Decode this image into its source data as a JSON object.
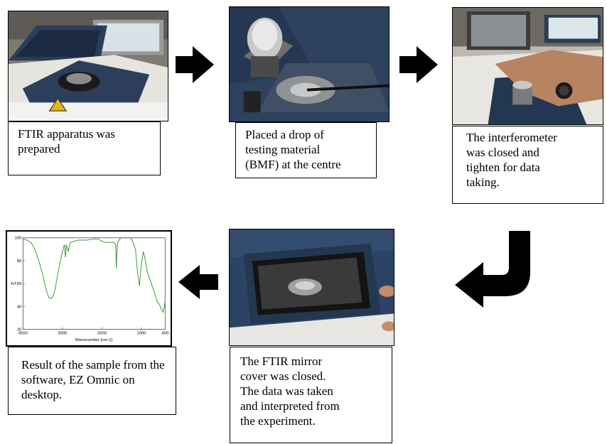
{
  "steps": [
    {
      "caption": "FTIR apparatus was prepared"
    },
    {
      "caption": "Placed a drop of testing material (BMF) at the centre"
    },
    {
      "caption": "The interferometer was closed and tighten for data taking."
    },
    {
      "caption": "The FTIR mirror cover was closed. The data was taken and interpreted from the experiment."
    },
    {
      "caption": "Result of the sample from the software, EZ Omnic on desktop."
    }
  ],
  "colors": {
    "arrow": "#000000",
    "spectrum_line": "#3a9a3a"
  },
  "chart_data": {
    "type": "line",
    "xlabel": "Wavenumber [cm-1]",
    "ylabel": "%T",
    "x_ticks": [
      "4000",
      "3000",
      "2000",
      "1000",
      "400"
    ],
    "y_ticks": [
      "100",
      "80",
      "60",
      "40",
      "20"
    ],
    "xlim": [
      4000,
      400
    ],
    "ylim": [
      20,
      100
    ],
    "series": [
      {
        "x": [
          4000,
          3900,
          3800,
          3700,
          3600,
          3500,
          3450,
          3400,
          3350,
          3300,
          3250,
          3200,
          3150,
          3100,
          3000,
          2950,
          2925,
          2900,
          2855,
          2800,
          2600,
          2400,
          2200,
          2100,
          2050,
          2000,
          1900,
          1800,
          1700,
          1650,
          1635,
          1620,
          1600,
          1550,
          1500,
          1450,
          1400,
          1300,
          1250,
          1200,
          1150,
          1100,
          1050,
          1000,
          950,
          900,
          850,
          800,
          750,
          700,
          650,
          600,
          550,
          500,
          450,
          420,
          400
        ],
        "y": [
          99,
          98,
          96,
          90,
          80,
          68,
          60,
          53,
          48,
          47,
          48,
          53,
          62,
          72,
          88,
          94,
          83,
          94,
          88,
          96,
          98,
          98,
          99,
          99,
          98,
          97,
          96,
          96,
          96,
          94,
          73,
          88,
          96,
          99,
          100,
          100,
          100,
          100,
          99,
          95,
          90,
          70,
          58,
          78,
          88,
          80,
          70,
          65,
          60,
          55,
          50,
          44,
          42,
          38,
          35,
          40,
          45
        ]
      }
    ]
  }
}
